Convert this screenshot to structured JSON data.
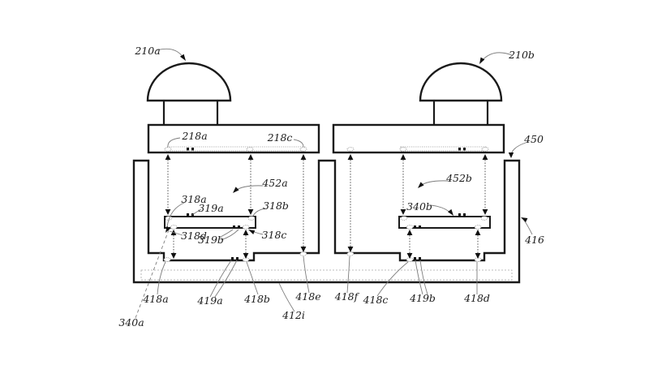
{
  "figure": {
    "kind": "patent-cross-section-diagram",
    "colors": {
      "line": "#1a1a1a",
      "leader": "#7d7d7d",
      "arrow_shaft": "#555555",
      "pad_outline": "#8a8a8a",
      "background": "#ffffff"
    },
    "labels": {
      "210a": "210a",
      "210b": "210b",
      "218a": "218a",
      "218c": "218c",
      "450": "450",
      "452a": "452a",
      "452b": "452b",
      "318a": "318a",
      "319a": "319a",
      "318b": "318b",
      "318d": "318d",
      "319b": "319b",
      "318c": "318c",
      "340a": "340a",
      "340b": "340b",
      "416": "416",
      "418a": "418a",
      "419a": "419a",
      "418b": "418b",
      "412i": "412i",
      "418e": "418e",
      "418f": "418f",
      "418c": "418c",
      "419b": "419b",
      "418d": "418d"
    }
  }
}
